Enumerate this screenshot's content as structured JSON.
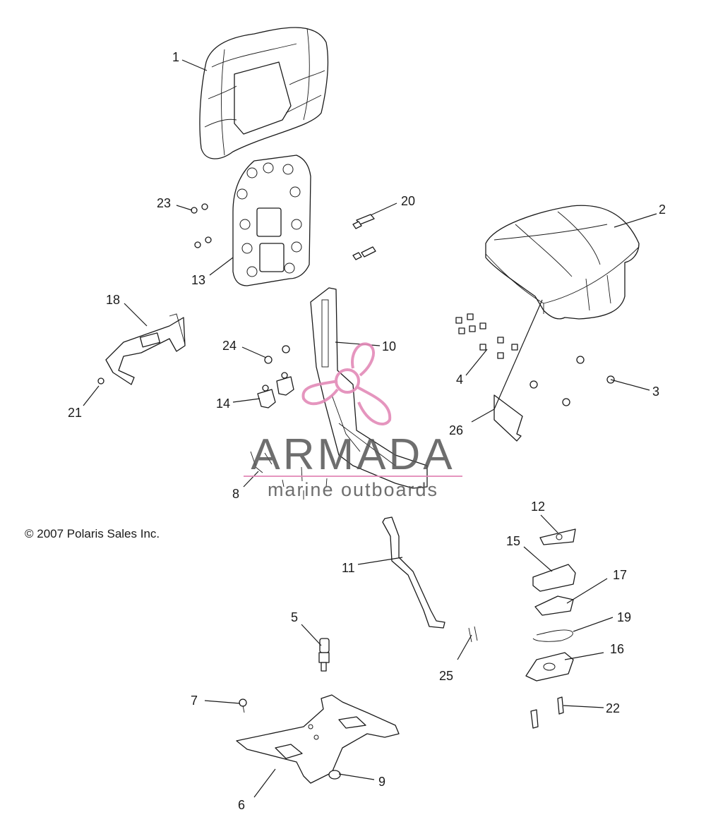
{
  "copyright": "© 2007 Polaris Sales Inc.",
  "watermark": {
    "brand": "ARMADA",
    "tagline": "marine outboards",
    "accent_color": "#e38ab8"
  },
  "callouts": [
    "1",
    "2",
    "3",
    "4",
    "5",
    "6",
    "7",
    "8",
    "9",
    "10",
    "11",
    "12",
    "13",
    "14",
    "15",
    "16",
    "17",
    "18",
    "19",
    "20",
    "21",
    "22",
    "23",
    "24",
    "25",
    "26"
  ]
}
